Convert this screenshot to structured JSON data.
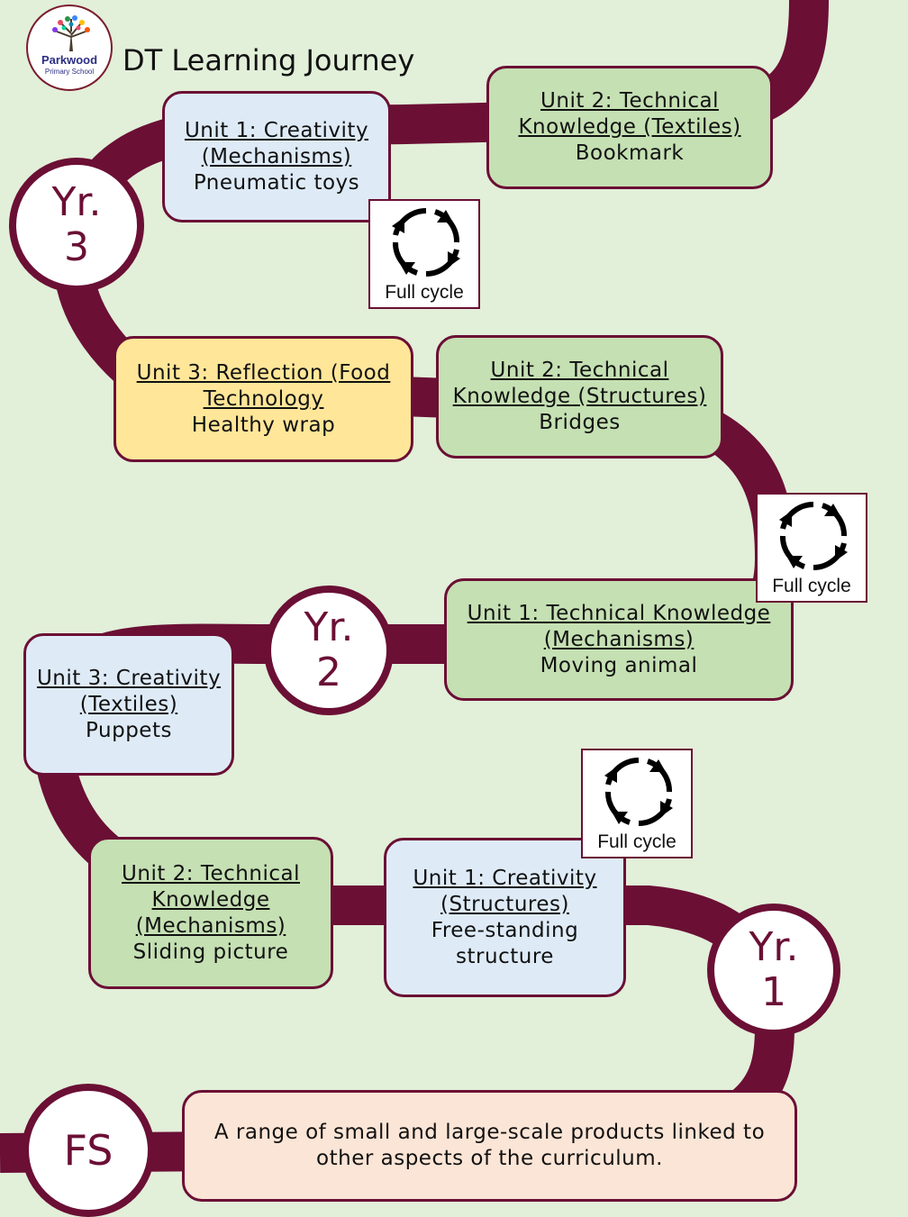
{
  "header": {
    "title": "DT Learning Journey",
    "logo": {
      "name": "Parkwood",
      "subtitle": "Primary School"
    }
  },
  "years": [
    {
      "label": "Yr.",
      "number": "3"
    },
    {
      "label": "Yr.",
      "number": "2"
    },
    {
      "label": "Yr.",
      "number": "1"
    },
    {
      "label": "FS"
    }
  ],
  "units": {
    "y3_unit1": {
      "title": "Unit 1: Creativity (Mechanisms)",
      "product": "Pneumatic toys"
    },
    "y3_unit2": {
      "title": "Unit 2: Technical Knowledge (Textiles)",
      "product": "Bookmark"
    },
    "y3_unit3": {
      "title": "Unit 3: Reflection (Food Technology",
      "product": "Healthy wrap"
    },
    "y2_unit2": {
      "title": "Unit 2: Technical Knowledge (Structures)",
      "product": "Bridges"
    },
    "y2_unit1": {
      "title": "Unit 1: Technical Knowledge (Mechanisms)",
      "product": "Moving animal"
    },
    "y2_unit3": {
      "title": "Unit 3: Creativity (Textiles)",
      "product": "Puppets"
    },
    "y1_unit2": {
      "title": "Unit 2: Technical Knowledge (Mechanisms)",
      "product": "Sliding picture"
    },
    "y1_unit1": {
      "title": "Unit 1: Creativity (Structures)",
      "product": "Free-standing structure"
    },
    "fs": {
      "text": "A range of small and large-scale products linked to other aspects of the curriculum."
    }
  },
  "cycle_label": "Full cycle",
  "colors": {
    "road": "#6b0f35",
    "background": "#e2efd9"
  }
}
